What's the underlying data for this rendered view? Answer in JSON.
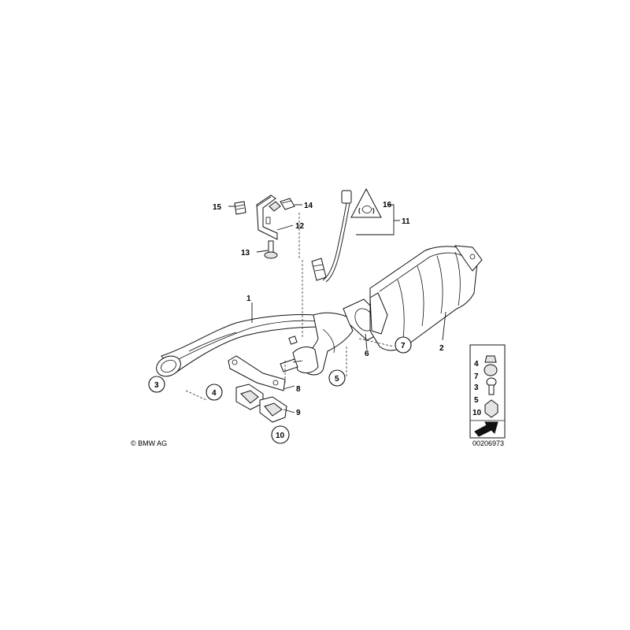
{
  "diagram": {
    "callouts": {
      "c1": "1",
      "c2": "2",
      "c3": "3",
      "c4": "4",
      "c5": "5",
      "c6": "6",
      "c7": "7",
      "c8": "8",
      "c9": "9",
      "c10": "10",
      "c11": "11",
      "c12": "12",
      "c13": "13",
      "c14": "14",
      "c15": "15",
      "c16": "16"
    },
    "legend": {
      "items": [
        "4",
        "7",
        "3",
        "5",
        "10"
      ]
    },
    "copyright": "© BMW AG",
    "image_number": "00206973"
  }
}
